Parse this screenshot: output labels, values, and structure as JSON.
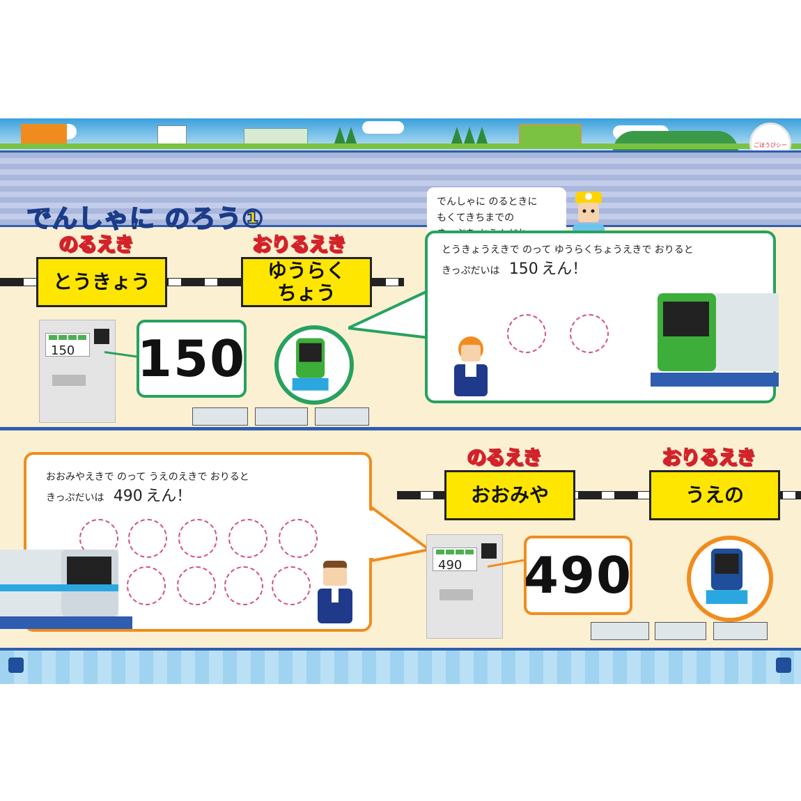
{
  "page": {
    "title": "でんしゃに のろう①",
    "badge": "ごほうびシール",
    "intro_line1": "でんしゃに のるときに",
    "intro_line2": "もくてきちまでの",
    "intro_line3": "きっぷを かうんだね。"
  },
  "section1": {
    "board_label": "のるえき",
    "alight_label": "おりるえき",
    "board_station": "とうきょう",
    "alight_station_line1": "ゆうらく",
    "alight_station_line2": "ちょう",
    "machine_price": "150",
    "fare": "150",
    "sentence_line1": "とうきょうえきで のって ゆうらくちょうえきで おりると",
    "sentence_prefix": "きっぷだいは",
    "sentence_amount": "150",
    "sentence_suffix": "えん！",
    "coin_count": 2,
    "train_color": "#3dae3a"
  },
  "section2": {
    "board_label": "のるえき",
    "alight_label": "おりるえき",
    "board_station": "おおみや",
    "alight_station": "うえの",
    "machine_price": "490",
    "fare": "490",
    "sentence_line1": "おおみやえきで のって うえのえきで おりると",
    "sentence_prefix": "きっぷだいは",
    "sentence_amount": "490",
    "sentence_suffix": "えん！",
    "coin_count": 10,
    "train_color": "#2aa7e0"
  }
}
